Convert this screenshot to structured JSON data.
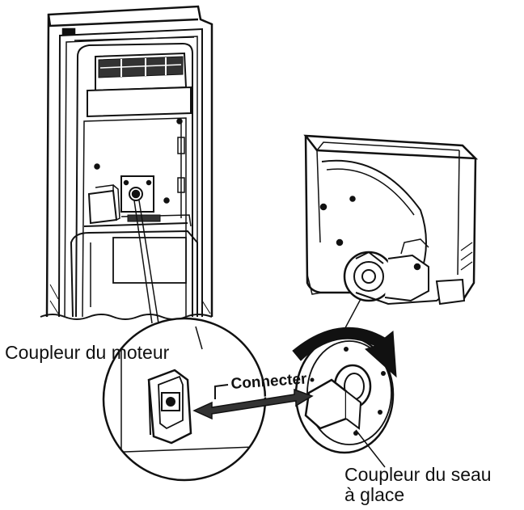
{
  "labels": {
    "motor_coupler": "Coupleur du moteur",
    "connect": "Connecter",
    "bucket_coupler_line1": "Coupleur du seau",
    "bucket_coupler_line2": "à glace"
  },
  "colors": {
    "line": "#111111",
    "fill_light": "#ffffff",
    "fill_gray": "#cfcfcf",
    "fill_dark": "#333333"
  }
}
